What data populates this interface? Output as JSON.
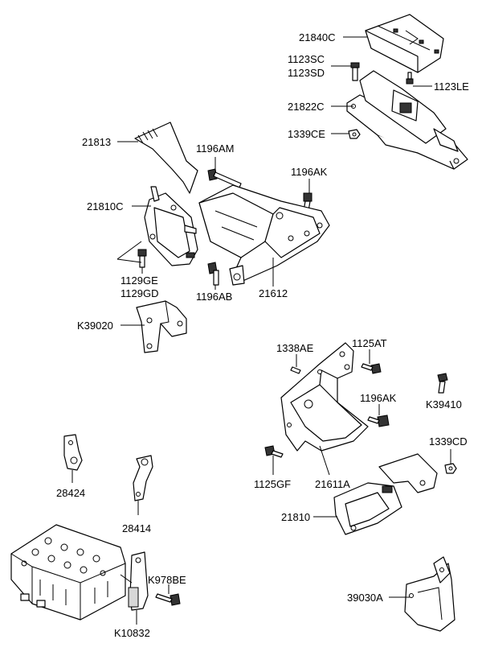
{
  "labels": {
    "p21840c": "21840C",
    "p1123sc": "1123SC",
    "p1123sd": "1123SD",
    "p1123le": "1123LE",
    "p21822c": "21822C",
    "p1339ce": "1339CE",
    "p21813": "21813",
    "p1196am": "1196AM",
    "p1196ak_a": "1196AK",
    "p21810c": "21810C",
    "p1129ge": "1129GE",
    "p1129gd": "1129GD",
    "p1196ab": "1196AB",
    "p21612": "21612",
    "pk39020": "K39020",
    "p1338ae": "1338AE",
    "p1125at": "1125AT",
    "pk39410": "K39410",
    "p1196ak_b": "1196AK",
    "p1339cd": "1339CD",
    "p1125gf": "1125GF",
    "p21611a": "21611A",
    "p21810": "21810",
    "p28424": "28424",
    "p28414": "28414",
    "pk978be": "K978BE",
    "p39030a": "39030A",
    "pk10832": "K10832"
  }
}
